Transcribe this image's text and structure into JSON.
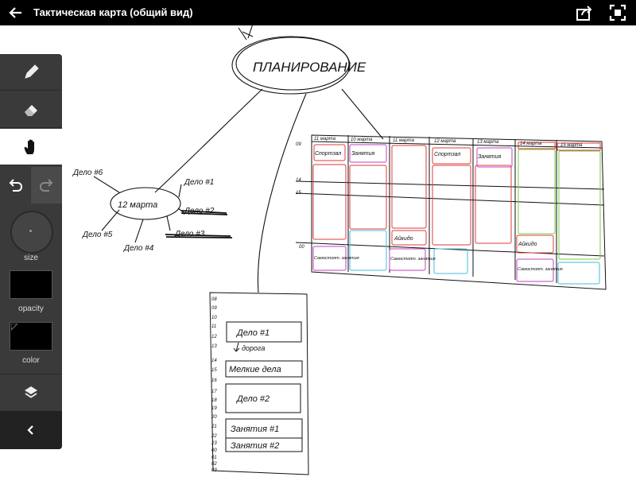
{
  "header": {
    "title": "Тактическая карта (общий вид)",
    "back_icon": "arrow-left-icon",
    "share_icon": "share-icon",
    "fullscreen_icon": "fullscreen-icon"
  },
  "toolbar": {
    "tools": [
      {
        "name": "pen",
        "icon": "pencil-icon",
        "active": false
      },
      {
        "name": "eraser",
        "icon": "eraser-icon",
        "active": false
      },
      {
        "name": "hand",
        "icon": "hand-icon",
        "active": true
      }
    ],
    "undo_icon": "undo-icon",
    "redo_icon": "redo-icon",
    "size_label": "size",
    "opacity_label": "opacity",
    "color_label": "color",
    "layers_icon": "layers-icon",
    "collapse_icon": "chevron-left-icon"
  },
  "drawing": {
    "main_node": "ПЛАНИРОВАНИЕ",
    "date_node": "12 марта",
    "tasks": [
      "Дело #1",
      "Дело #2",
      "Дело #3",
      "Дело #4",
      "Дело #5",
      "Дело #6"
    ],
    "week_columns": [
      "11 марта",
      "10 марта",
      "11 марта",
      "12 марта",
      "13 марта",
      "14 марта",
      "15 марта"
    ],
    "time_marks": [
      "09",
      "14",
      "15",
      "00"
    ],
    "cells": [
      "Спортзал",
      "Занятия",
      "Спортзал",
      "Занятия",
      "Айкидо",
      "Айкидо",
      "Самостоят. занятия",
      "Самостоят. занятия",
      "Самостоят. занятия"
    ],
    "day_hours": [
      "08",
      "09",
      "10",
      "11",
      "12",
      "13",
      "14",
      "15",
      "16",
      "17",
      "18",
      "19",
      "20",
      "21",
      "22",
      "23",
      "00",
      "01",
      "02",
      "03"
    ],
    "day_blocks": [
      "Дело #1",
      "дорога",
      "Мелкие дела",
      "Дело #2",
      "Занятия #1",
      "Занятия #2"
    ]
  },
  "colors": {
    "header_bg": "#000000",
    "toolbar_bg": "#3a3a3a",
    "red": "#e03a3a",
    "magenta": "#c040c0",
    "green": "#77cc44",
    "cyan": "#44bbdd",
    "ink": "#111111"
  }
}
